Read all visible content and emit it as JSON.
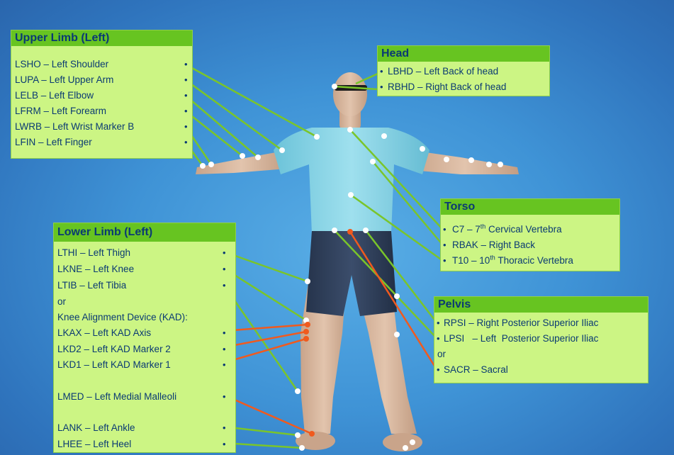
{
  "groups": {
    "upper_limb": {
      "title": "Upper Limb (Left)",
      "items": [
        "LSHO – Left Shoulder",
        "LUPA – Left Upper Arm",
        "LELB – Left Elbow",
        "LFRM – Left Forearm",
        "LWRB – Left Wrist Marker B",
        "LFIN – Left Finger"
      ]
    },
    "head": {
      "title": "Head",
      "items": [
        "LBHD – Left Back of head",
        "RBHD – Right Back of head"
      ]
    },
    "torso": {
      "title": "Torso",
      "items": [
        {
          "pre": "C7 – 7",
          "sup": "th",
          "post": " Cervical Vertebra"
        },
        {
          "pre": "RBAK – Right Back",
          "sup": "",
          "post": ""
        },
        {
          "pre": "T10 – 10",
          "sup": "th",
          "post": " Thoracic Vertebra"
        }
      ]
    },
    "pelvis": {
      "title": "Pelvis",
      "items": [
        "RPSI  – Right Posterior Superior Iliac",
        "LPSI   – Left  Posterior Superior Iliac",
        "or",
        "SACR – Sacral"
      ]
    },
    "lower_limb": {
      "title": "Lower Limb (Left)",
      "items": [
        "LTHI – Left Thigh",
        "LKNE – Left Knee",
        "LTIB – Left Tibia",
        "or",
        "Knee Alignment Device (KAD):",
        "LKAX – Left KAD Axis",
        "LKD2 – Left KAD Marker 2",
        "LKD1 – Left KAD Marker 1",
        "LMED – Left Medial Malleoli",
        "LANK – Left Ankle",
        "LHEE – Left Heel"
      ]
    }
  },
  "bullet": "•",
  "colors": {
    "background": "#3f93d6",
    "panel_fill": "#ccf584",
    "panel_header": "#67c421",
    "text": "#0a3a73",
    "leader_green": "#7ac52a",
    "leader_orange": "#f05a1e",
    "shirt": "#84d4e6",
    "shorts": "#2e3d57",
    "skin": "#d8b79e",
    "marker": "#ffffff"
  }
}
